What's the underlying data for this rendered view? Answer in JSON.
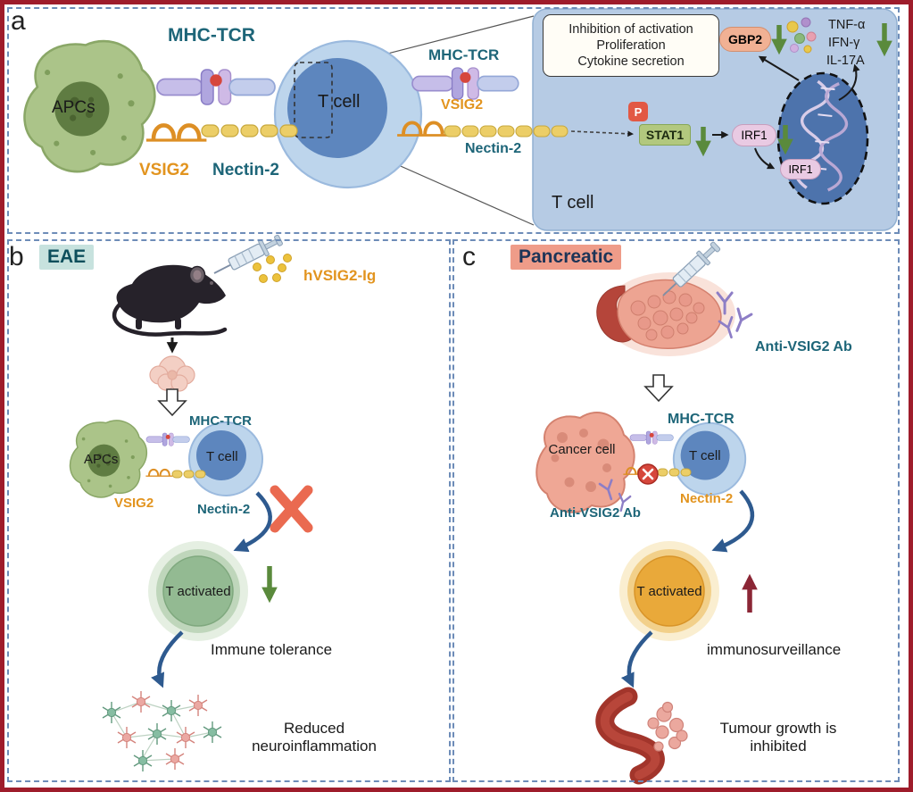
{
  "palette": {
    "border": "#9e1c2b",
    "dashed_line": "#6d8cb8",
    "teal_label": "#1d6578",
    "orange_label": "#e2941f",
    "green_arrow": "#5a8a3c",
    "dark_red_arrow": "#8b2635",
    "blue_arrow": "#2e5a8f",
    "inset_bg": "#b6cbe4",
    "eae_badge_bg": "#c7e2de",
    "pancreatic_badge_bg": "#ef9c89"
  },
  "panel_a": {
    "label": "a",
    "apcs": "APCs",
    "t_cell": "T cell",
    "mhc_tcr": "MHC-TCR",
    "vsig2": "VSIG2",
    "nectin2": "Nectin-2",
    "mid": {
      "mhc_tcr": "MHC-TCR",
      "vsig2": "VSIG2",
      "nectin2": "Nectin-2"
    },
    "inset": {
      "effects": [
        "Inhibition of activation",
        "Proliferation",
        "Cytokine secretion"
      ],
      "gbp2": "GBP2",
      "cytokines": [
        "TNF-α",
        "IFN-γ",
        "IL-17A"
      ],
      "p": "P",
      "stat1": "STAT1",
      "irf1": "IRF1",
      "irf1_nucleus": "IRF1",
      "t_cell": "T cell"
    }
  },
  "panel_b": {
    "label": "b",
    "badge": "EAE",
    "injection": "hVSIG2-Ig",
    "mhc_tcr": "MHC-TCR",
    "apcs": "APCs",
    "t_cell": "T cell",
    "vsig2": "VSIG2",
    "nectin2": "Nectin-2",
    "t_activated": "T activated",
    "tolerance": "Immune tolerance",
    "outcome": "Reduced neuroinflammation"
  },
  "panel_c": {
    "label": "c",
    "badge": "Pancreatic",
    "antibody_top": "Anti-VSIG2 Ab",
    "mhc_tcr": "MHC-TCR",
    "cancer_cell": "Cancer cell",
    "t_cell": "T cell",
    "antibody_cells": "Anti-VSIG2 Ab",
    "nectin2": "Nectin-2",
    "t_activated": "T activated",
    "surveillance": "immunosurveillance",
    "outcome": "Tumour growth is inhibited"
  }
}
